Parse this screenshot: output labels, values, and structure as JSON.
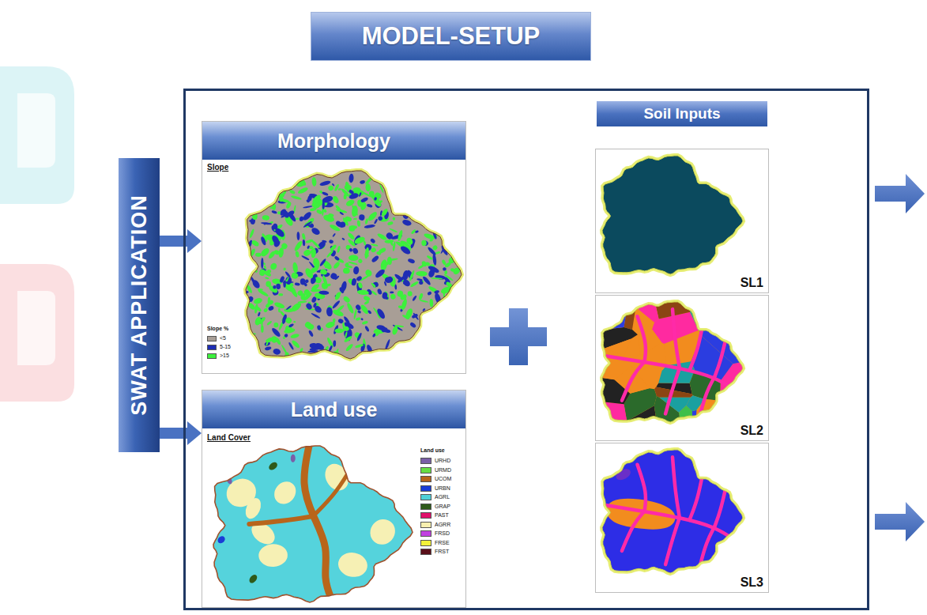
{
  "diagram": {
    "nodes": [
      {
        "text": [
          "MODEL-SETUP"
        ]
      },
      {
        "text": [
          "SWAT APPLICATION"
        ]
      },
      {
        "text": [
          "Morphology"
        ],
        "in": 0
      },
      {
        "text": [
          "Land use"
        ],
        "in": 0
      },
      {
        "text": [
          "Soil Inputs"
        ],
        "in": 0
      },
      {
        "text": [
          "SL1"
        ],
        "in": 0
      },
      {
        "text": [
          "SL2"
        ],
        "in": 0
      },
      {
        "text": [
          "SL3"
        ],
        "in": 0
      }
    ],
    "edges": [
      {
        "from": 1,
        "to": 2,
        "arrow": "to"
      },
      {
        "from": 1,
        "to": 3,
        "arrow": "to"
      }
    ],
    "labels": [
      "Slope",
      "Slope %",
      "Land Cover",
      "Land use"
    ],
    "legend": [
      {
        "text": "<5",
        "color": "#a89e96"
      },
      {
        "text": "5-15",
        "color": "#1e2db4"
      },
      {
        "text": ">15",
        "color": "#3cf03c"
      },
      {
        "text": "URHD",
        "color": "#7b5ea7"
      },
      {
        "text": "URMD",
        "color": "#66dd44"
      },
      {
        "text": "UCOM",
        "color": "#b8651b"
      },
      {
        "text": "URBN",
        "color": "#1a3cd6"
      },
      {
        "text": "AGRL",
        "color": "#4fd0d8"
      },
      {
        "text": "GRAP",
        "color": "#2f5a1a"
      },
      {
        "text": "PAST",
        "color": "#e0106a"
      },
      {
        "text": "AGRR",
        "color": "#f7efb0"
      },
      {
        "text": "FRSD",
        "color": "#c040e0"
      },
      {
        "text": "FRSE",
        "color": "#f2f23a"
      },
      {
        "text": "FRST",
        "color": "#5a0f1a"
      }
    ]
  }
}
